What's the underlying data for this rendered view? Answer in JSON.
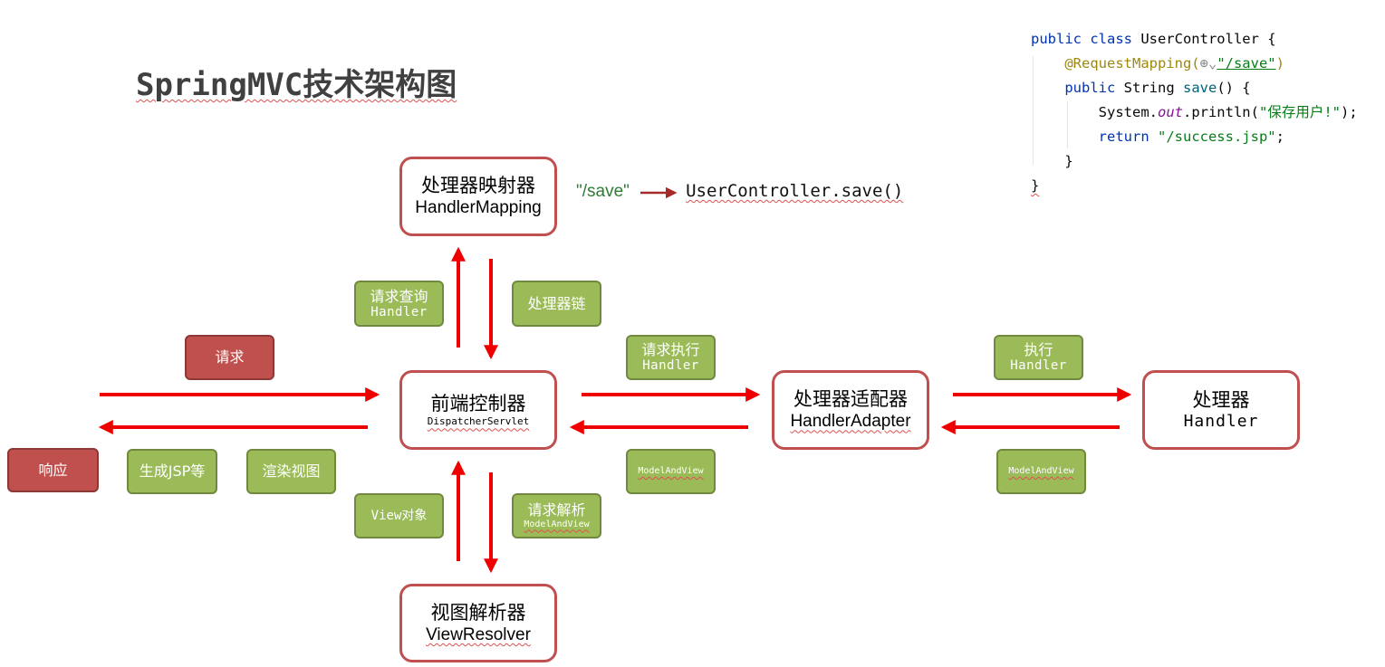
{
  "title": "SpringMVC技术架构图",
  "nodes": {
    "handler_mapping": {
      "cn": "处理器映射器",
      "en": "HandlerMapping"
    },
    "dispatcher": {
      "cn": "前端控制器",
      "en": "DispatcherServlet"
    },
    "handler_adapter": {
      "cn": "处理器适配器",
      "en": "HandlerAdapter"
    },
    "handler": {
      "cn": "处理器",
      "en": "Handler"
    },
    "view_resolver": {
      "cn": "视图解析器",
      "en": "ViewResolver"
    }
  },
  "labels": {
    "request_query": {
      "cn": "请求查询",
      "en": "Handler"
    },
    "handler_chain": "处理器链",
    "request": "请求",
    "response": "响应",
    "request_execute": {
      "cn": "请求执行",
      "en": "Handler"
    },
    "execute": {
      "cn": "执行",
      "en": "Handler"
    },
    "mav_left": "ModelAndView",
    "mav_right": "ModelAndView",
    "generate_jsp": "生成JSP等",
    "render_view": "渲染视图",
    "view_object": "View对象",
    "request_parse": {
      "cn": "请求解析",
      "en": "ModelAndView"
    }
  },
  "mapping": {
    "path": "\"/save\"",
    "target": "UserController.save()"
  },
  "code": {
    "l1_kw": "public class",
    "l1_rest": " UserController {",
    "l2_ann": "@RequestMapping(",
    "l2_icon": "⊕⌄",
    "l2_str": "\"/save\"",
    "l2_end": ")",
    "l3_kw": "public",
    "l3_rest": " String ",
    "l3_fn": "save",
    "l3_end": "() {",
    "l4_a": "System.",
    "l4_field": "out",
    "l4_b": ".println(",
    "l4_str": "\"保存用户!\"",
    "l4_end": ");",
    "l5_kw": "return",
    "l5_str": " \"/success.jsp\"",
    "l5_end": ";",
    "l6": "}",
    "l7": "}"
  },
  "colors": {
    "arrow": "#ee0000",
    "node_border": "#c05050",
    "tag_green": "#9bbb59",
    "tag_red": "#c0504d",
    "mapping_arrow": "#a52a2a"
  }
}
